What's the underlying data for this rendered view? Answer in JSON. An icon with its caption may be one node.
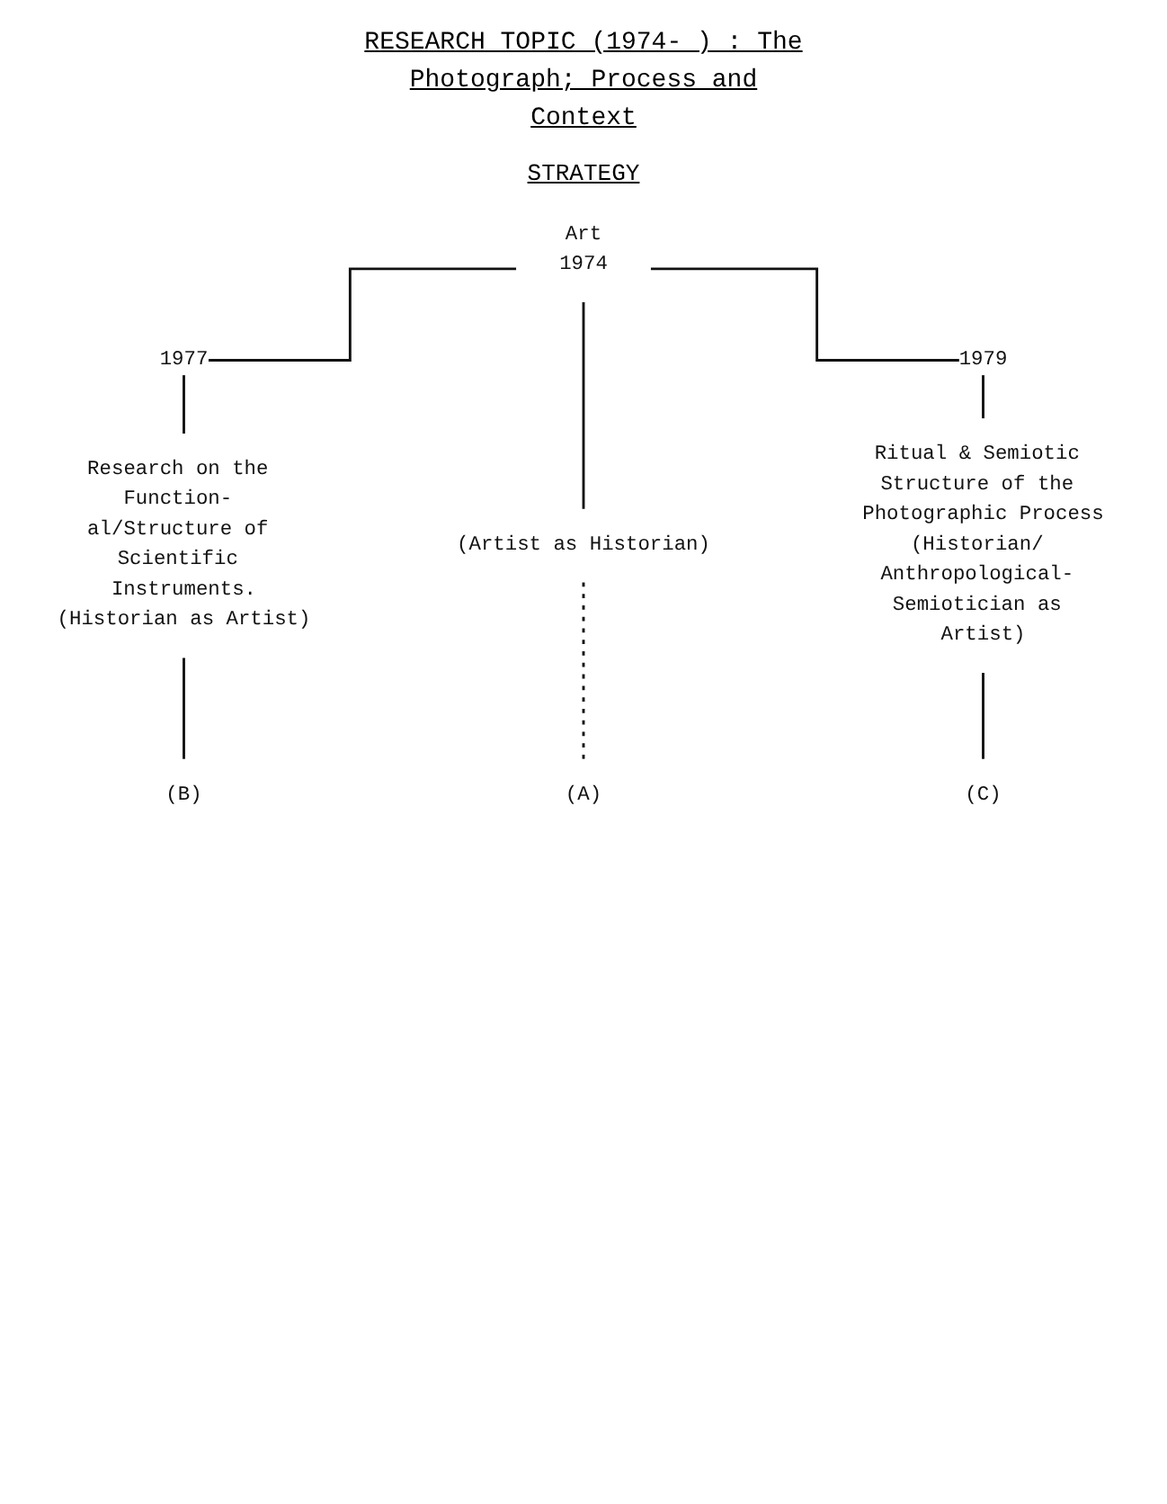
{
  "diagram": {
    "title": "RESEARCH TOPIC (1974- ) : The Photograph; Process and Context",
    "nodes": [
      {
        "text": [
          "Art",
          "1974"
        ]
      },
      {
        "text": [
          "Research on the Function- al/Structure of Scientific Instruments.",
          "(Historian as Artist)"
        ]
      },
      {
        "text": [
          "Ritual & Semiotic Structure of the Photographic Process",
          "(Historian/ Anthropological- Semiotician as Artist)"
        ]
      },
      {
        "text": [
          "(Artist as Historian)"
        ]
      },
      {
        "text": [
          "(B)"
        ]
      },
      {
        "text": [
          "(A)"
        ]
      },
      {
        "text": [
          "(C)"
        ]
      }
    ],
    "edges": [
      {
        "from": 0,
        "to": 1,
        "arrow": "none",
        "label": "1977"
      },
      {
        "from": 1,
        "to": 4,
        "arrow": "none"
      },
      {
        "from": 0,
        "to": 3,
        "arrow": "none"
      },
      {
        "from": 3,
        "to": 5,
        "arrow": "none",
        "style": "dashed"
      },
      {
        "from": 0,
        "to": 2,
        "arrow": "none",
        "label": "1979"
      },
      {
        "from": 2,
        "to": 6,
        "arrow": "none"
      }
    ],
    "labels": [
      "STRATEGY"
    ]
  }
}
